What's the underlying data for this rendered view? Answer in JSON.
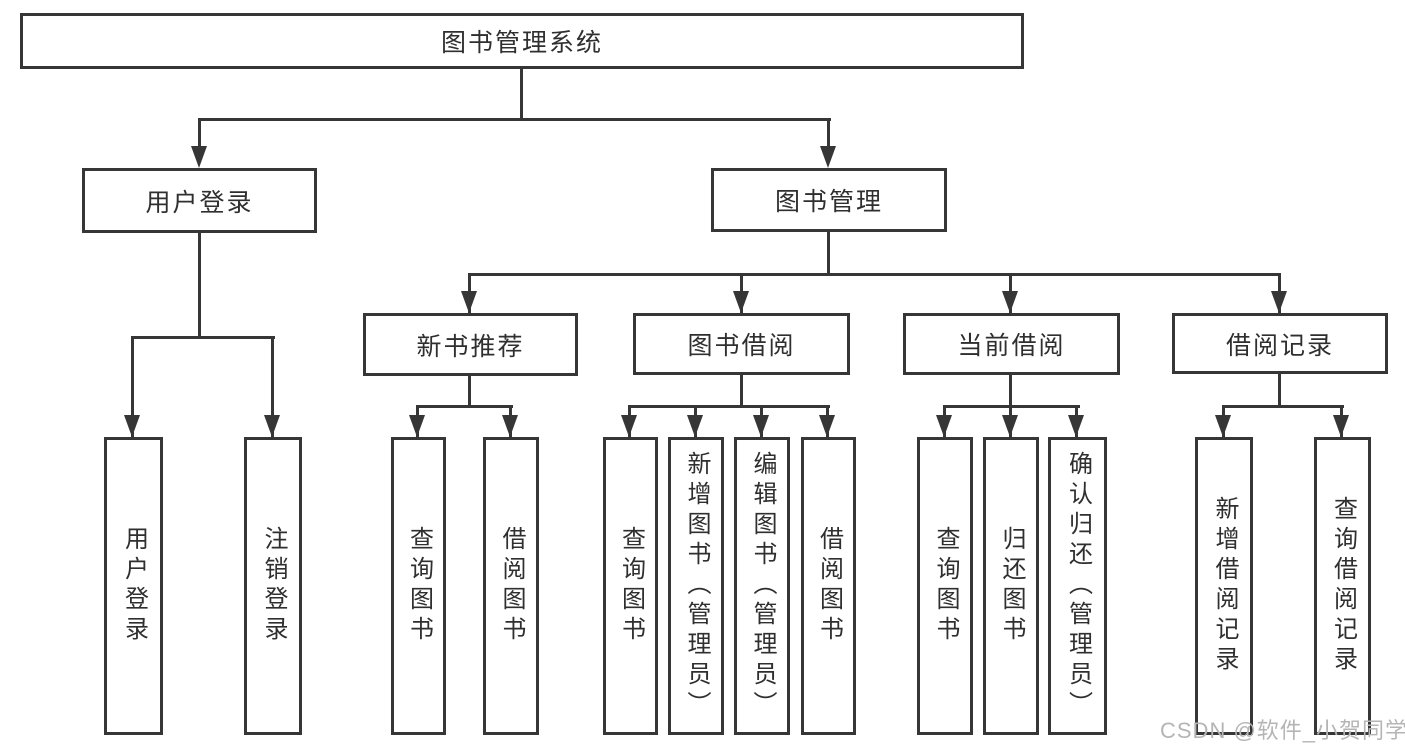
{
  "nodes": {
    "root": "图书管理系统",
    "user_login": "用户登录",
    "book_mgmt": "图书管理",
    "new_book_rec": "新书推荐",
    "book_borrow": "图书借阅",
    "current_borrow": "当前借阅",
    "borrow_records": "借阅记录",
    "leaf_user_login": "用户登录",
    "leaf_logout": "注销登录",
    "leaf_query_book_rec": "查询图书",
    "leaf_borrow_book_rec": "借阅图书",
    "leaf_query_book_borrow": "查询图书",
    "leaf_add_book_admin": "新增图书（管理员）",
    "leaf_edit_book_admin": "编辑图书（管理员）",
    "leaf_borrow_book_borrow": "借阅图书",
    "leaf_query_book_current": "查询图书",
    "leaf_return_book": "归还图书",
    "leaf_confirm_return_admin": "确认归还（管理员）",
    "leaf_add_borrow_record": "新增借阅记录",
    "leaf_query_borrow_record": "查询借阅记录"
  },
  "edges": [
    [
      "root",
      "user_login"
    ],
    [
      "root",
      "book_mgmt"
    ],
    [
      "user_login",
      "leaf_user_login"
    ],
    [
      "user_login",
      "leaf_logout"
    ],
    [
      "book_mgmt",
      "new_book_rec"
    ],
    [
      "book_mgmt",
      "book_borrow"
    ],
    [
      "book_mgmt",
      "current_borrow"
    ],
    [
      "book_mgmt",
      "borrow_records"
    ],
    [
      "new_book_rec",
      "leaf_query_book_rec"
    ],
    [
      "new_book_rec",
      "leaf_borrow_book_rec"
    ],
    [
      "book_borrow",
      "leaf_query_book_borrow"
    ],
    [
      "book_borrow",
      "leaf_add_book_admin"
    ],
    [
      "book_borrow",
      "leaf_edit_book_admin"
    ],
    [
      "book_borrow",
      "leaf_borrow_book_borrow"
    ],
    [
      "current_borrow",
      "leaf_query_book_current"
    ],
    [
      "current_borrow",
      "leaf_return_book"
    ],
    [
      "current_borrow",
      "leaf_confirm_return_admin"
    ],
    [
      "borrow_records",
      "leaf_add_borrow_record"
    ],
    [
      "borrow_records",
      "leaf_query_borrow_record"
    ]
  ],
  "watermark": {
    "text": "CSDN @软件_小贺同学"
  },
  "colors": {
    "line": "#363636",
    "text": "#2f2f2f",
    "background": "#ffffff",
    "watermark": "#b5b5b5"
  }
}
